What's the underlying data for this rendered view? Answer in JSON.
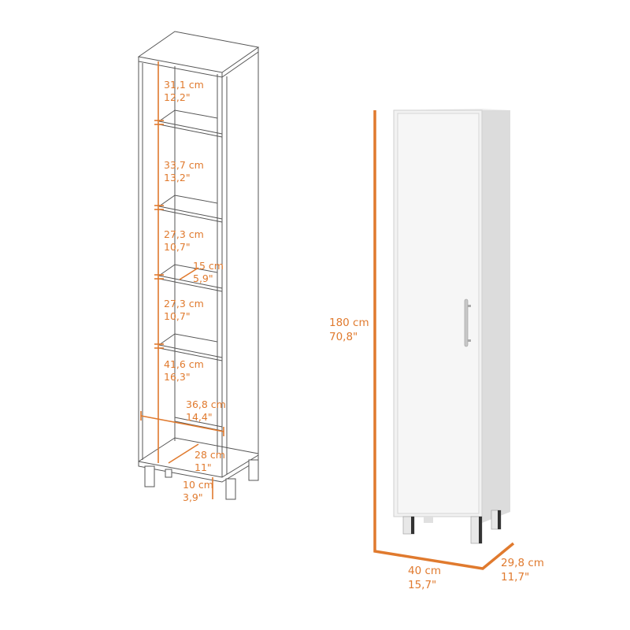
{
  "colors": {
    "accent": "#e07a2e",
    "line": "#555555",
    "cabinet_front": "#f3f3f3",
    "cabinet_side": "#d8d8d8",
    "background": "#ffffff"
  },
  "open_view": {
    "shelves": [
      {
        "cm": "31,1 cm",
        "in": "12,2\""
      },
      {
        "cm": "33,7 cm",
        "in": "13,2\""
      },
      {
        "cm": "27,3 cm",
        "in": "10,7\""
      },
      {
        "cm": "27,3 cm",
        "in": "10,7\""
      },
      {
        "cm": "41,6 cm",
        "in": "16,3\""
      }
    ],
    "shelf_depth": {
      "cm": "15 cm",
      "in": "5,9\""
    },
    "inner_width": {
      "cm": "36,8 cm",
      "in": "14,4\""
    },
    "inner_depth": {
      "cm": "28 cm",
      "in": "11\""
    },
    "leg_height": {
      "cm": "10 cm",
      "in": "3,9\""
    }
  },
  "closed_view": {
    "height": {
      "cm": "180 cm",
      "in": "70,8\""
    },
    "width": {
      "cm": "40 cm",
      "in": "15,7\""
    },
    "depth": {
      "cm": "29,8 cm",
      "in": "11,7\""
    }
  }
}
